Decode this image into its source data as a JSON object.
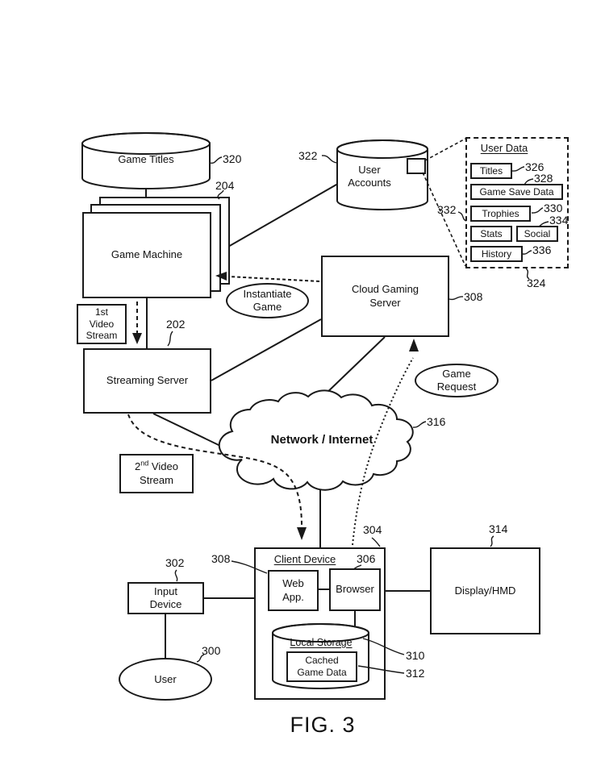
{
  "figure": {
    "caption": "FIG. 3"
  },
  "colors": {
    "line": "#191919",
    "background": "#ffffff"
  },
  "nodes": {
    "game_titles": {
      "label": "Game Titles",
      "ref": "320"
    },
    "game_machine": {
      "label": "Game Machine",
      "ref": "204"
    },
    "first_video_stream": {
      "lines": [
        "1st",
        "Video",
        "Stream"
      ]
    },
    "streaming_server": {
      "label": "Streaming Server",
      "ref": "202"
    },
    "second_video_stream": {
      "num": "2",
      "ordinal": "nd",
      "word": "Video",
      "word2": "Stream"
    },
    "user_accounts": {
      "line1": "User",
      "line2": "Accounts",
      "ref": "322"
    },
    "user_data": {
      "title": "User Data",
      "ref": "324",
      "link_ref": "332",
      "items": [
        {
          "label": "Titles",
          "ref": "326"
        },
        {
          "label": "Game Save Data",
          "ref": "328"
        },
        {
          "label": "Trophies",
          "ref": "330"
        },
        {
          "label": "Stats"
        },
        {
          "label": "Social",
          "ref": "334"
        },
        {
          "label": "History",
          "ref": "336"
        }
      ]
    },
    "cloud_gaming_server": {
      "line1": "Cloud Gaming",
      "line2": "Server",
      "ref": "308"
    },
    "instantiate_game": {
      "line1": "Instantiate",
      "line2": "Game"
    },
    "game_request": {
      "line1": "Game",
      "line2": "Request"
    },
    "network": {
      "label": "Network / Internet",
      "ref": "316"
    },
    "client_device": {
      "title": "Client Device",
      "ref": "304"
    },
    "web_app": {
      "line1": "Web",
      "line2": "App.",
      "ref": "308"
    },
    "browser": {
      "label": "Browser",
      "ref": "306"
    },
    "local_storage": {
      "title": "Local Storage",
      "ref": "310"
    },
    "cached_game_data": {
      "line1": "Cached",
      "line2": "Game Data",
      "ref": "312"
    },
    "input_device": {
      "line1": "Input",
      "line2": "Device",
      "ref": "302"
    },
    "user": {
      "label": "User",
      "ref": "300"
    },
    "display": {
      "label": "Display/HMD",
      "ref": "314"
    }
  }
}
